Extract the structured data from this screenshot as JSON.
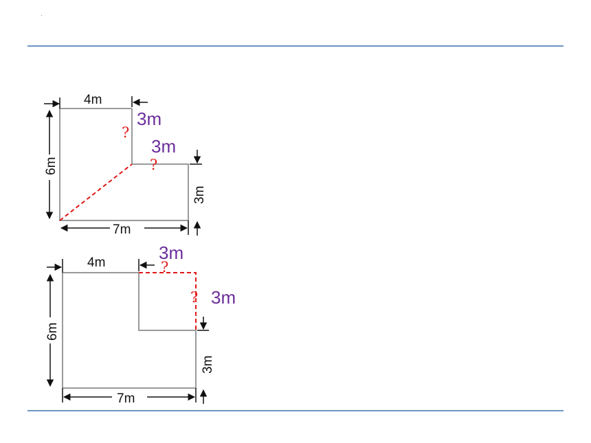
{
  "diagram1": {
    "top_width": "4m",
    "left_height": "6m",
    "bottom_width": "7m",
    "right_height": "3m",
    "answer_vertical": "3m",
    "answer_horizontal": "3m",
    "unknown_vertical": "?",
    "unknown_horizontal": "?"
  },
  "diagram2": {
    "top_width": "4m",
    "left_height": "6m",
    "bottom_width": "7m",
    "right_height": "3m",
    "answer_horizontal": "3m",
    "answer_vertical": "3m",
    "unknown_horizontal": "?",
    "unknown_vertical": "?"
  },
  "colors": {
    "rule": "#6a95c3",
    "outline": "#9a9a9a",
    "dashed": "#e01818",
    "answer": "#6a2e9a"
  }
}
